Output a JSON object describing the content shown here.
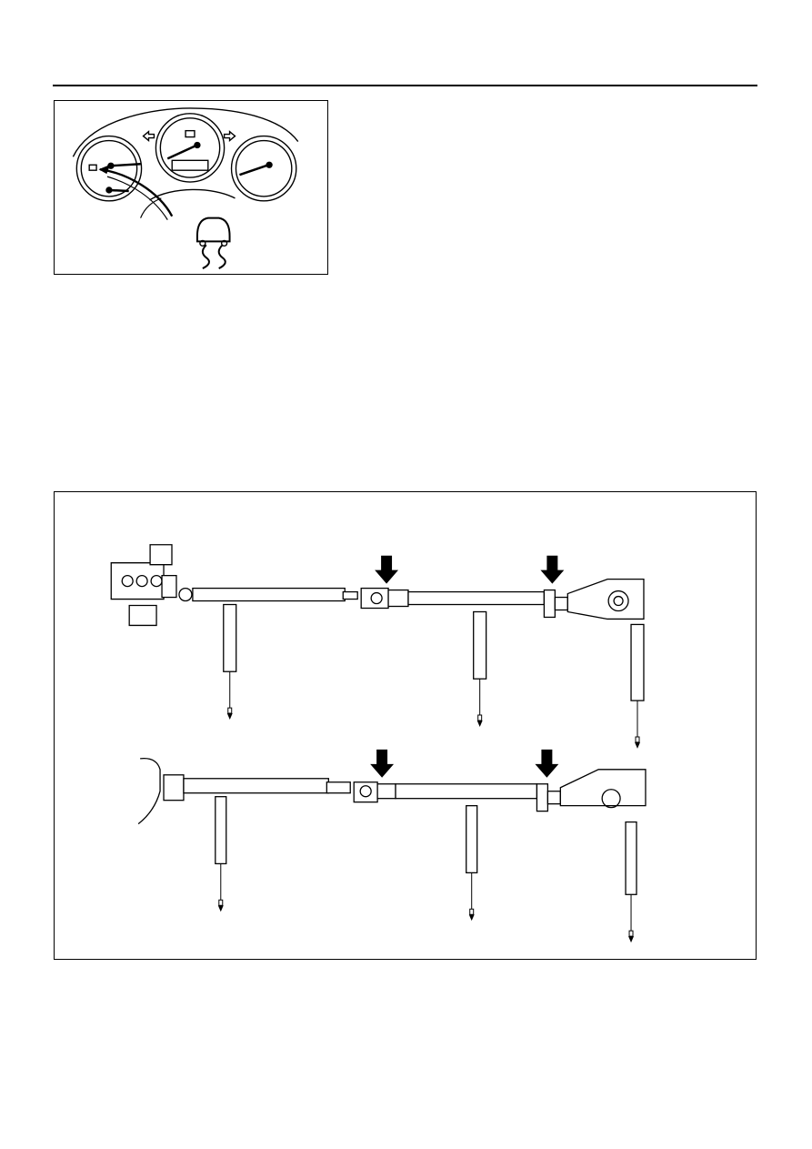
{
  "page": {
    "header_rule": true
  },
  "figures": [
    {
      "id": "instrument-cluster",
      "icons": [
        "speedometer-icon",
        "tachometer-icon",
        "fuel-gauge-icon",
        "temperature-gauge-icon",
        "turn-left-icon",
        "turn-right-icon",
        "slip-warning-icon"
      ]
    },
    {
      "id": "propeller-shaft-alignment",
      "icons": [
        "down-arrow-icon",
        "plumb-bob-icon"
      ],
      "assemblies": 2,
      "arrows_per_assembly": 2,
      "plumb_lines_per_assembly": 3
    }
  ]
}
